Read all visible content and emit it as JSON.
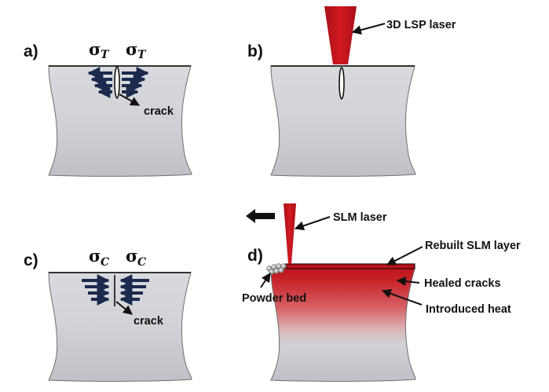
{
  "panels": {
    "a": {
      "label": "a)",
      "sigma_left": "σ",
      "sigma_left_sub": "T",
      "sigma_right": "σ",
      "sigma_right_sub": "T",
      "crack_label": "crack"
    },
    "b": {
      "label": "b)",
      "laser_label": "3D LSP laser"
    },
    "c": {
      "label": "c)",
      "sigma_left": "σ",
      "sigma_left_sub": "C",
      "sigma_right": "σ",
      "sigma_right_sub": "C",
      "crack_label": "crack"
    },
    "d": {
      "label": "d)",
      "laser_label": "SLM laser",
      "powder_label": "Powder bed",
      "rebuilt_label": "Rebuilt SLM layer",
      "healed_label": "Healed cracks",
      "heat_label": "Introduced heat"
    }
  },
  "colors": {
    "laser_red": "#c8141c",
    "stress_arrow": "#1b2a4e",
    "heat_red": "#c0141c",
    "block_light": "#d9dbdf",
    "block_dark": "#c4c6cb"
  }
}
